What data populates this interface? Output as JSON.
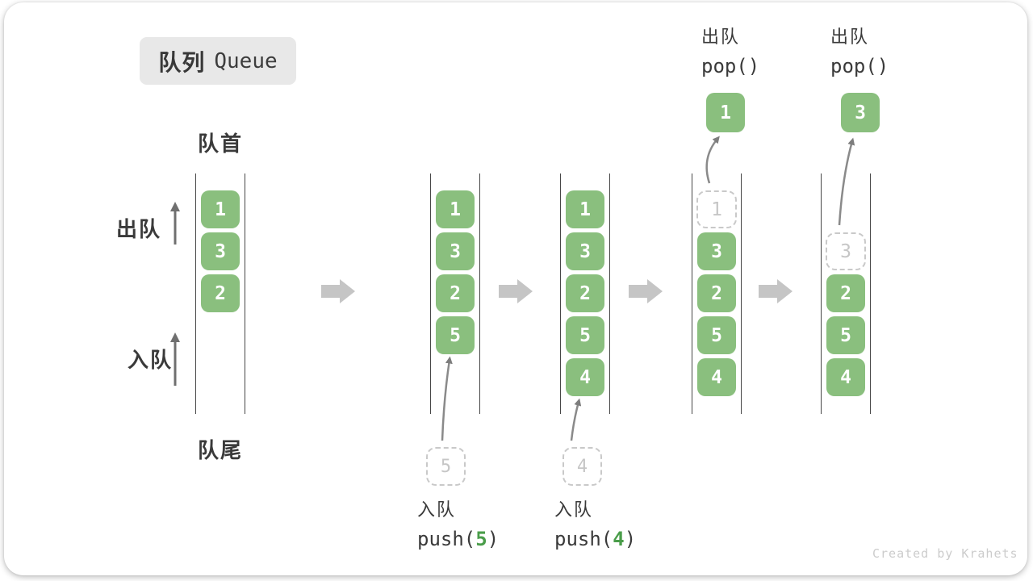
{
  "title": {
    "zh": "队列",
    "en": "Queue"
  },
  "labels": {
    "front": "队首",
    "rear": "队尾",
    "dequeue": "出队",
    "enqueue": "入队"
  },
  "queue_states": {
    "s1": [
      "1",
      "3",
      "2"
    ],
    "s2": [
      "1",
      "3",
      "2",
      "5"
    ],
    "s2_incoming": "5",
    "s3": [
      "1",
      "3",
      "2",
      "5",
      "4"
    ],
    "s3_incoming": "4",
    "s4": [
      "3",
      "2",
      "5",
      "4"
    ],
    "s4_removed_ghost": "1",
    "s4_popped": "1",
    "s5": [
      "2",
      "5",
      "4"
    ],
    "s5_removed_ghost": "3",
    "s5_popped": "3"
  },
  "operations": {
    "push5": {
      "label": "入队",
      "code_pre": "push(",
      "code_arg": "5",
      "code_post": ")"
    },
    "push4": {
      "label": "入队",
      "code_pre": "push(",
      "code_arg": "4",
      "code_post": ")"
    },
    "pop1": {
      "label": "出队",
      "code": "pop()"
    },
    "pop2": {
      "label": "出队",
      "code": "pop()"
    }
  },
  "watermark": "Created by Krahets",
  "colors": {
    "item_green": "#8abf7e",
    "code_arg_green": "#4a9d4a",
    "block_arrow_gray": "#c5c5c5",
    "thin_arrow_gray": "#868686",
    "ghost_gray": "#c9c9c9",
    "channel_line": "#474747",
    "text_dark": "#3a3a3a",
    "badge_bg": "#e8e8e8",
    "watermark_gray": "#cccccc"
  }
}
